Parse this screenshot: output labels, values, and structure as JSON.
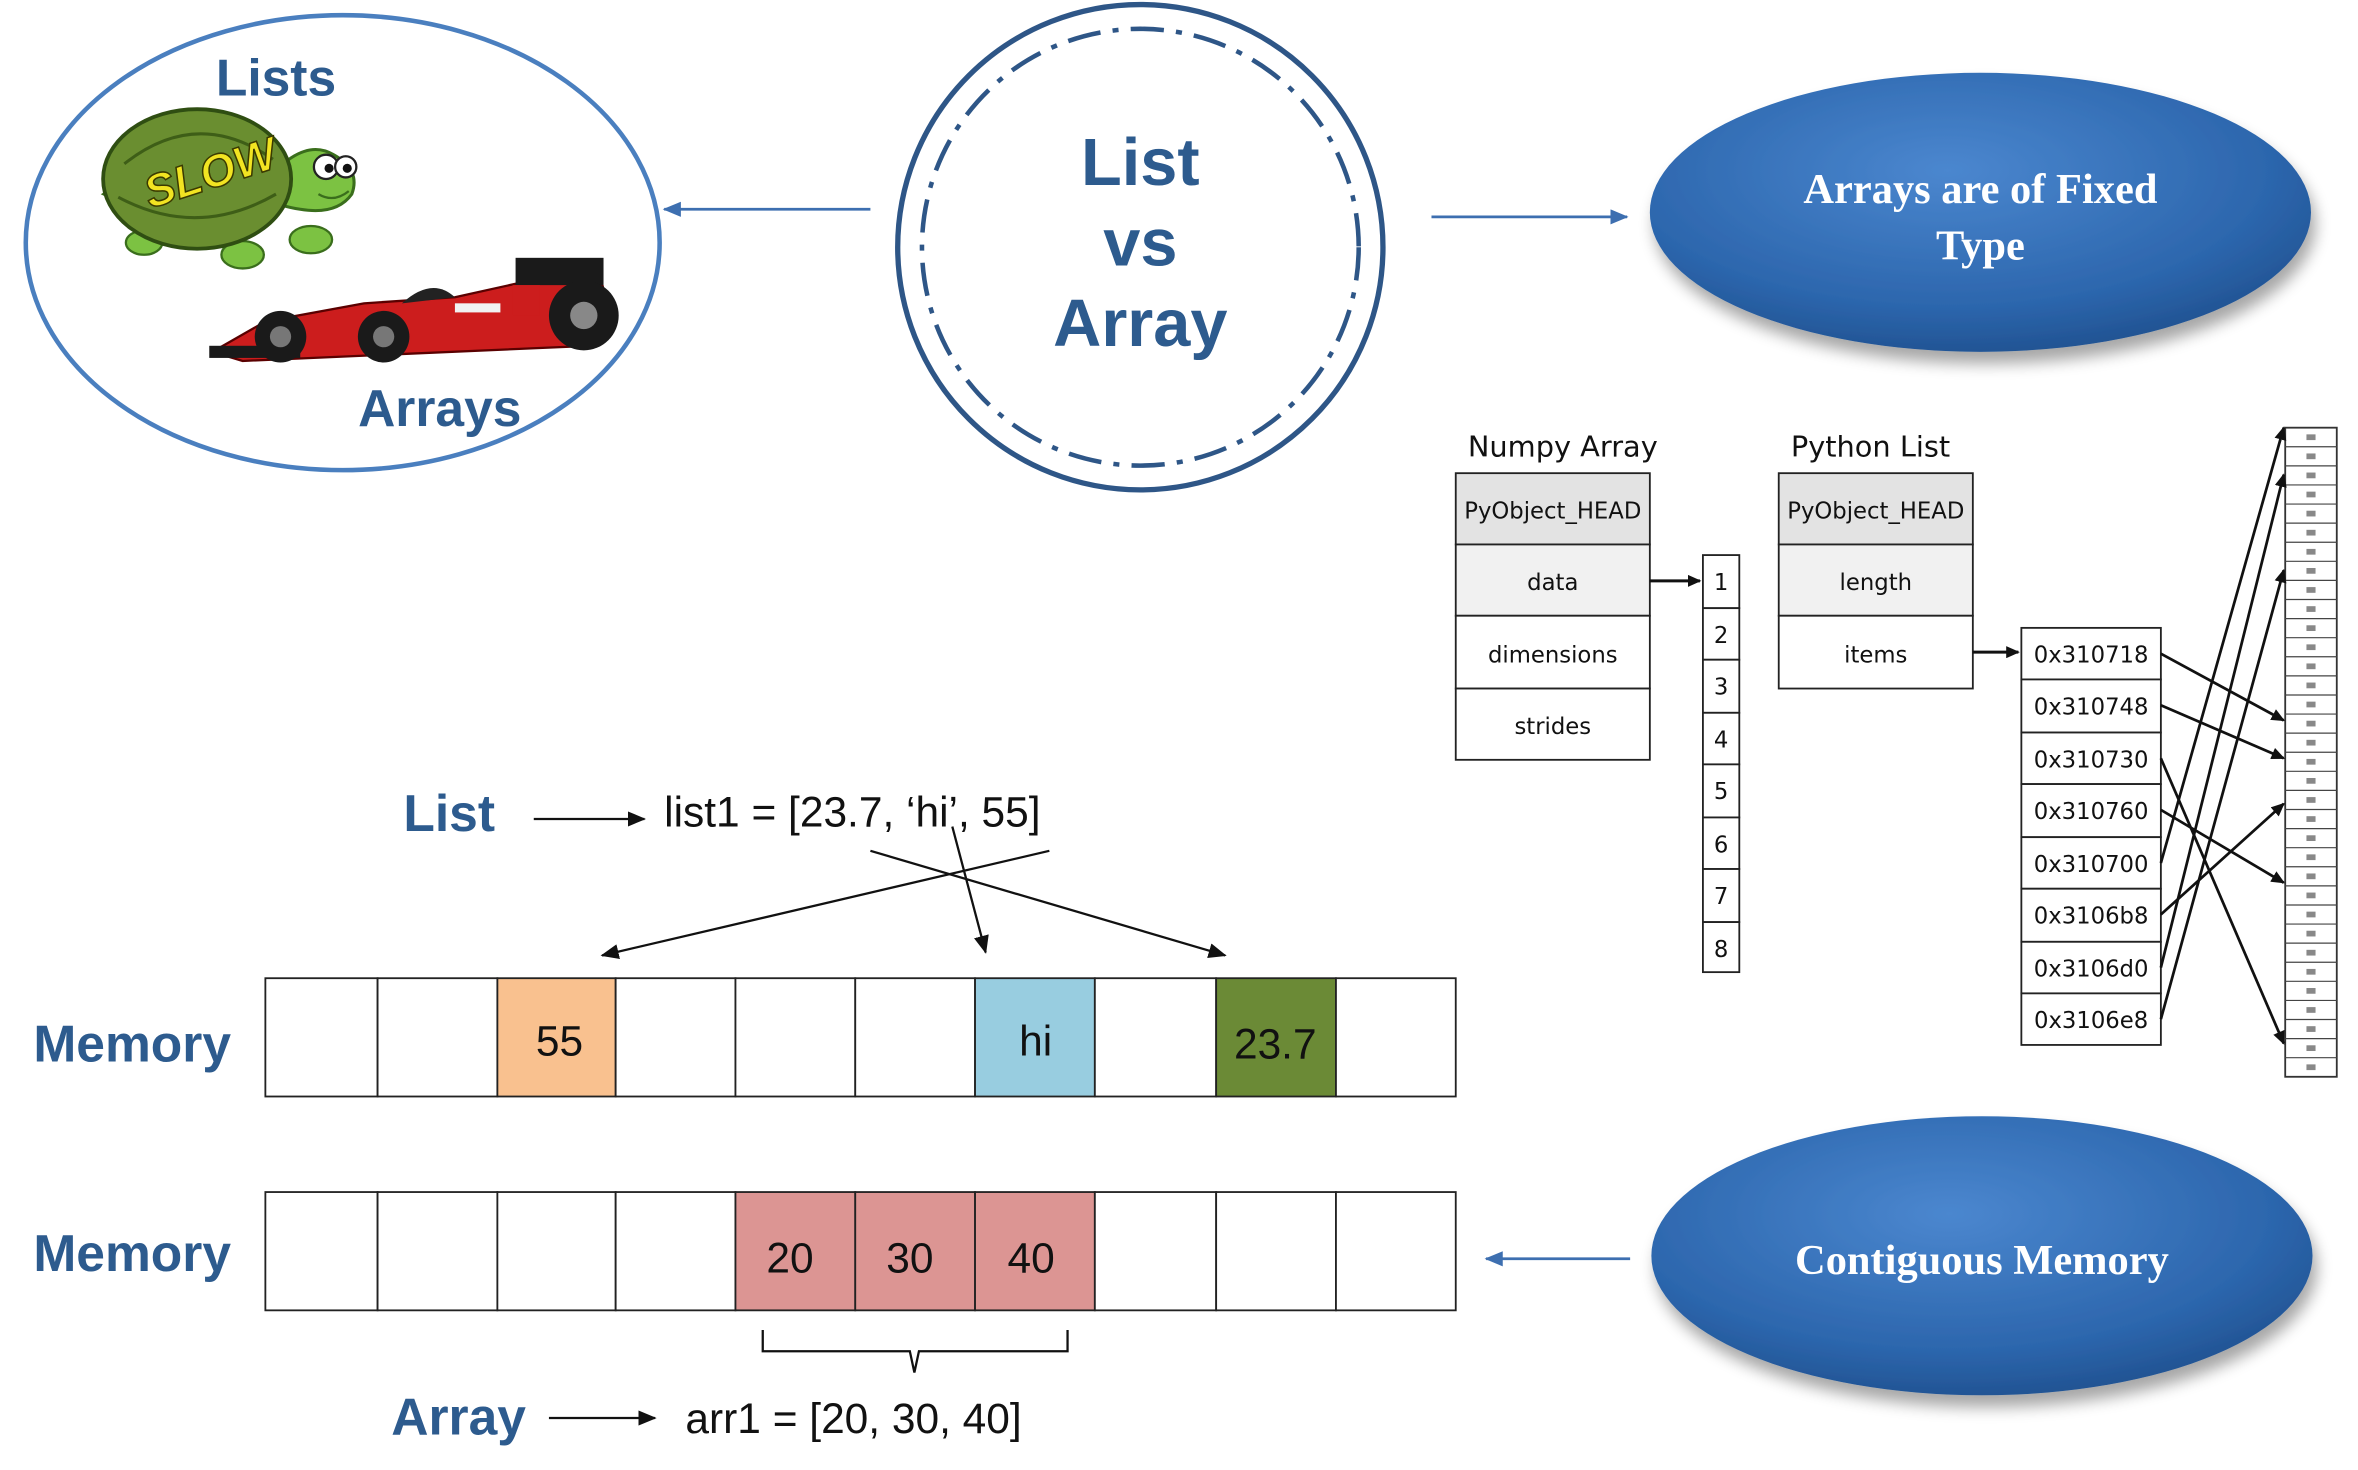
{
  "center": {
    "line1": "List",
    "line2": "vs",
    "line3": "Array"
  },
  "left_circle": {
    "top_label": "Lists",
    "bottom_label": "Arrays",
    "turtle_shell_text": "SLOW"
  },
  "oval_fixed": {
    "line1": "Arrays are of Fixed",
    "line2": "Type"
  },
  "oval_contiguous": {
    "text": "Contiguous Memory"
  },
  "list_row": {
    "label": "List",
    "code": "list1 = [23.7, ‘hi’, 55]"
  },
  "memory_label": "Memory",
  "memory1": {
    "v55": "55",
    "vhi": "hi",
    "v237": "23.7"
  },
  "memory2": {
    "v20": "20",
    "v30": "30",
    "v40": "40"
  },
  "array_row": {
    "label": "Array",
    "code": "arr1 = [20, 30, 40]"
  },
  "numpy": {
    "title": "Numpy Array",
    "fields": [
      "PyObject_HEAD",
      "data",
      "dimensions",
      "strides"
    ],
    "indices": [
      "1",
      "2",
      "3",
      "4",
      "5",
      "6",
      "7",
      "8"
    ]
  },
  "pylist": {
    "title": "Python List",
    "fields": [
      "PyObject_HEAD",
      "length",
      "items"
    ],
    "addresses": [
      "0x310718",
      "0x310748",
      "0x310730",
      "0x310760",
      "0x310700",
      "0x3106b8",
      "0x3106d0",
      "0x3106e8"
    ]
  },
  "colors": {
    "navy_text": "#2d5b8e",
    "oval_blue": "#2f6db5",
    "orange_cell": "#f9c18f",
    "blue_cell": "#98cde0",
    "green_cell": "#6b8a36",
    "pink_cell": "#dc9593"
  }
}
